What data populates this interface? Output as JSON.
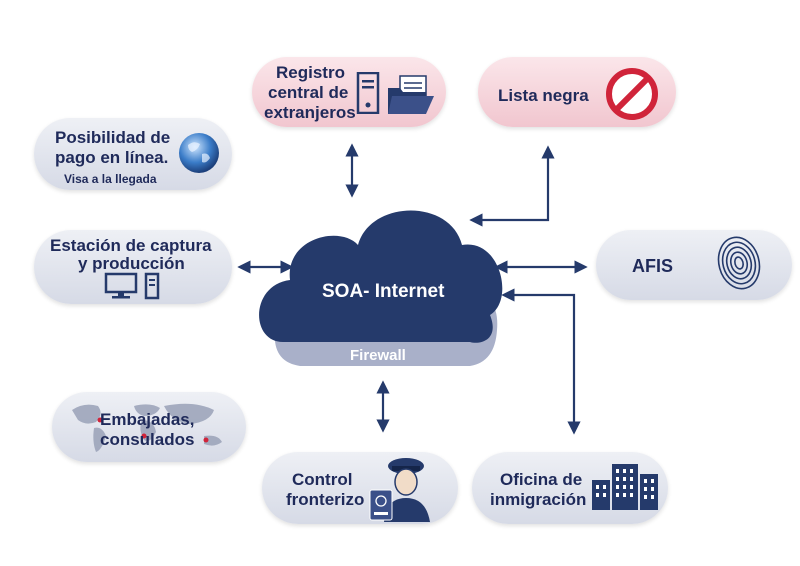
{
  "center": {
    "title": "SOA- Internet",
    "firewall": "Firewall"
  },
  "nodes": {
    "registro": {
      "lines": [
        "Registro",
        "central de",
        "extranjeros"
      ],
      "icons": [
        "server-icon",
        "folder-icon"
      ]
    },
    "lista_negra": {
      "label": "Lista negra",
      "icon": "prohibited-icon"
    },
    "pago": {
      "lines": [
        "Posibilidad de",
        "pago en línea."
      ],
      "sub": "Visa a la llegada",
      "icon": "globe-icon"
    },
    "estacion": {
      "lines": [
        "Estación de captura",
        "y producción"
      ],
      "icon": "computer-icon"
    },
    "afis": {
      "label": "AFIS",
      "icon": "fingerprint-icon"
    },
    "embajadas": {
      "lines": [
        "Embajadas,",
        "consulados"
      ],
      "icon": "world-map-icon"
    },
    "control": {
      "lines": [
        "Control",
        "fronterizo"
      ],
      "icon": "border-officer-icon"
    },
    "oficina": {
      "lines": [
        "Oficina de",
        "inmigración"
      ],
      "icon": "office-building-icon"
    }
  },
  "colors": {
    "navy": "#253a6b",
    "text": "#1f2a5a",
    "red": "#d0243a",
    "pink": "#f1c6cf",
    "gray": "#d6dae6"
  }
}
